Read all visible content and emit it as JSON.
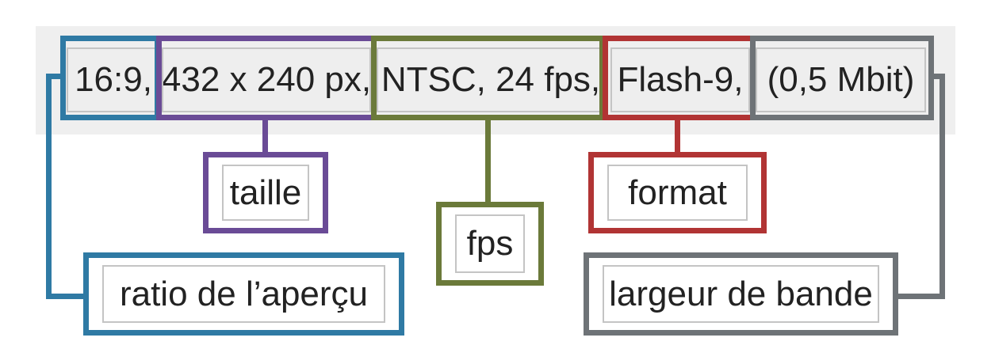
{
  "segments": {
    "ratio": "16:9,",
    "size": "432 x 240 px,",
    "fps": "NTSC, 24 fps,",
    "format": "Flash-9,",
    "bandwidth": "(0,5 Mbit)"
  },
  "labels": {
    "size": "taille",
    "fps": "fps",
    "format": "format",
    "ratio": "ratio de l’aperçu",
    "bandwidth": "largeur de bande"
  },
  "colors": {
    "ratio": "#2f7aa4",
    "size": "#6a4b96",
    "fps": "#6b7a3a",
    "format": "#b13434",
    "bandwidth": "#6e7377"
  }
}
